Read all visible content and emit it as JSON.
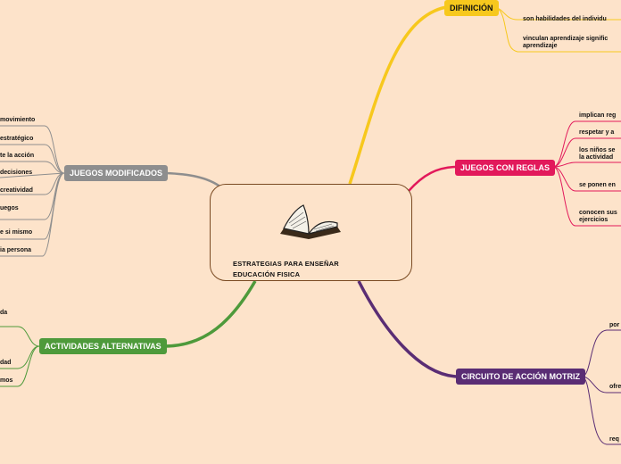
{
  "center": {
    "title_line1": "ESTRATEGIAS PARA ENSEÑAR",
    "title_line2": "EDUCACIÓN FISICA",
    "image_icon": "open-book-icon"
  },
  "branches": {
    "definicion": {
      "label": "DIFINICIÓN",
      "color": "#f7c81d",
      "items": [
        "son habilidades del individu",
        "vinculan aprendizaje signific",
        "aprendizaje"
      ]
    },
    "juegos_reglas": {
      "label": "JUEGOS CON REGLAS",
      "color": "#e2195b",
      "items": [
        "implican reg",
        "respetar y a",
        "los niños se",
        "la actividad",
        "se ponen en",
        "conocen sus",
        "ejercicios"
      ]
    },
    "circuito": {
      "label": "CIRCUITO DE ACCIÓN MOTRIZ",
      "color": "#5a2d74",
      "items": [
        "por",
        "ofre",
        "req"
      ]
    },
    "juegos_modificados": {
      "label": "JUEGOS MODIFICADOS",
      "color": "#8e8e8e",
      "items": [
        "movimiento",
        "estratégico",
        "te la acción",
        "decisiones",
        "creatividad",
        "uegos",
        "e si mismo",
        "ia persona"
      ]
    },
    "actividades": {
      "label": "ACTIVIDADES ALTERNATIVAS",
      "color": "#4e9a3b",
      "items": [
        "da",
        "dad",
        "mos"
      ]
    }
  }
}
